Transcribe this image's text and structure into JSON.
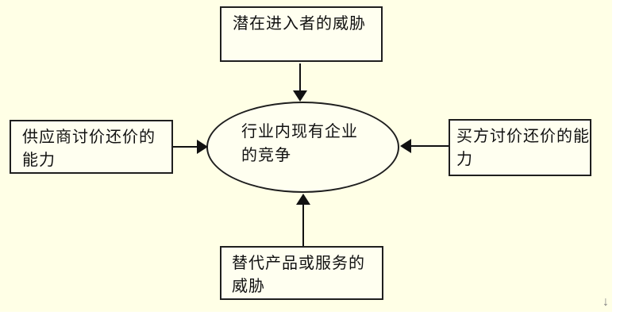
{
  "diagram": {
    "nodes": {
      "top": {
        "line1": "潜在进入者的威胁"
      },
      "left": {
        "line1": "供应商讨价还价的",
        "line2": "能力"
      },
      "center": {
        "line1": "行业内现有企业",
        "line2": "的竞争"
      },
      "right": {
        "line1": "买方讨价还价的能",
        "line2": "力"
      },
      "bottom": {
        "line1": "替代产品或服务的",
        "line2": "威胁"
      }
    },
    "colors": {
      "canvas_background": "#FFFFE6",
      "page_background": "#FFFFFF",
      "node_fill": "#FFFFF0",
      "node_border": "#1F1F1F",
      "text": "#111111",
      "arrow": "#111111",
      "scroll_arrow": "#808080"
    },
    "scroll_indicator": {
      "glyph": "↓"
    }
  }
}
